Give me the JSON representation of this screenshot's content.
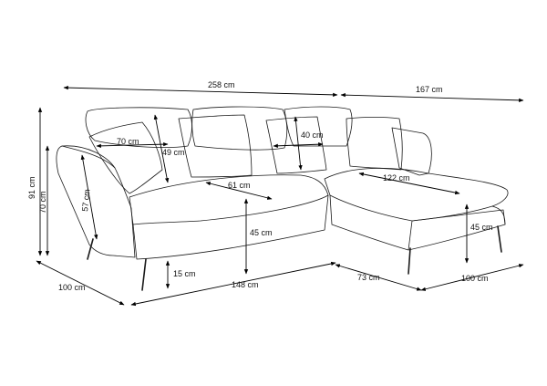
{
  "colors": {
    "line": "#1a1a1a",
    "dimension": "#000000",
    "background": "#ffffff"
  },
  "dimensions": {
    "total_width": "258 cm",
    "chaise_width": "167 cm",
    "back_height": "70 cm",
    "total_height": "91 cm",
    "chaise_back_depth": "70 cm",
    "cushion_height": "49 cm",
    "pillow_width": "40 cm",
    "armrest_height": "57 cm",
    "seat_depth": "61 cm",
    "chaise_length": "122 cm",
    "seat_height": "45 cm",
    "chaise_seat_height": "45 cm",
    "leg_height": "15 cm",
    "main_depth": "100 cm",
    "seat_width": "148 cm",
    "chaise_end": "73 cm",
    "chaise_depth": "100 cm"
  }
}
